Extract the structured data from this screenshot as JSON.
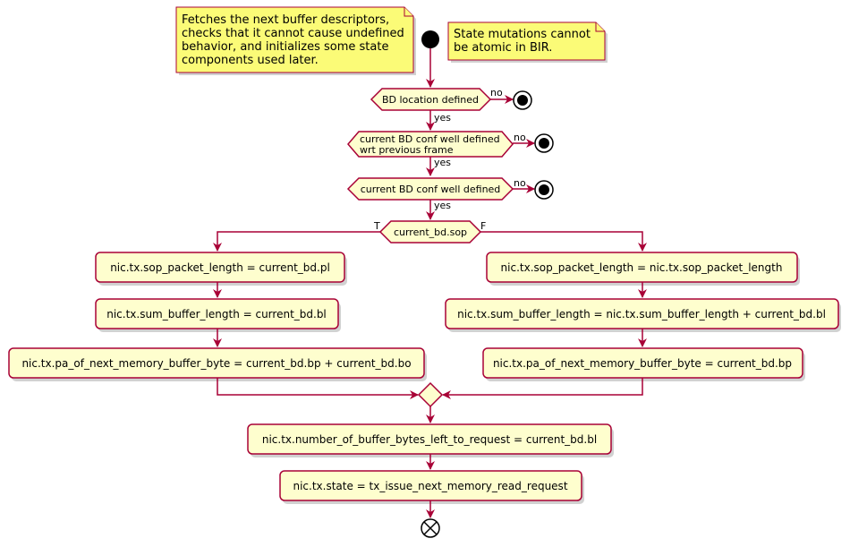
{
  "notes": {
    "left": [
      "Fetches the next buffer descriptors,",
      "checks that it cannot cause undefined",
      "behavior, and initializes some state",
      "components used later."
    ],
    "right": [
      "State mutations cannot",
      "be atomic in BIR."
    ]
  },
  "decisions": {
    "d1": {
      "lines": [
        "BD location defined"
      ],
      "no": "no",
      "yes": "yes"
    },
    "d2": {
      "lines": [
        "current BD conf well defined",
        "wrt previous frame"
      ],
      "no": "no",
      "yes": "yes"
    },
    "d3": {
      "lines": [
        "current BD conf well defined"
      ],
      "no": "no",
      "yes": "yes"
    },
    "d4": {
      "lines": [
        "current_bd.sop"
      ],
      "true_label": "T",
      "false_label": "F"
    }
  },
  "actions": {
    "left": [
      "nic.tx.sop_packet_length = current_bd.pl",
      "nic.tx.sum_buffer_length = current_bd.bl",
      "nic.tx.pa_of_next_memory_buffer_byte = current_bd.bp + current_bd.bo"
    ],
    "right": [
      "nic.tx.sop_packet_length = nic.tx.sop_packet_length",
      "nic.tx.sum_buffer_length = nic.tx.sum_buffer_length + current_bd.bl",
      "nic.tx.pa_of_next_memory_buffer_byte = current_bd.bp"
    ],
    "after": [
      "nic.tx.number_of_buffer_bytes_left_to_request = current_bd.bl",
      "nic.tx.state = tx_issue_next_memory_read_request"
    ]
  },
  "colors": {
    "node_fill": "#FEFECE",
    "border": "#A80036",
    "note_fill": "#FBFB77"
  }
}
